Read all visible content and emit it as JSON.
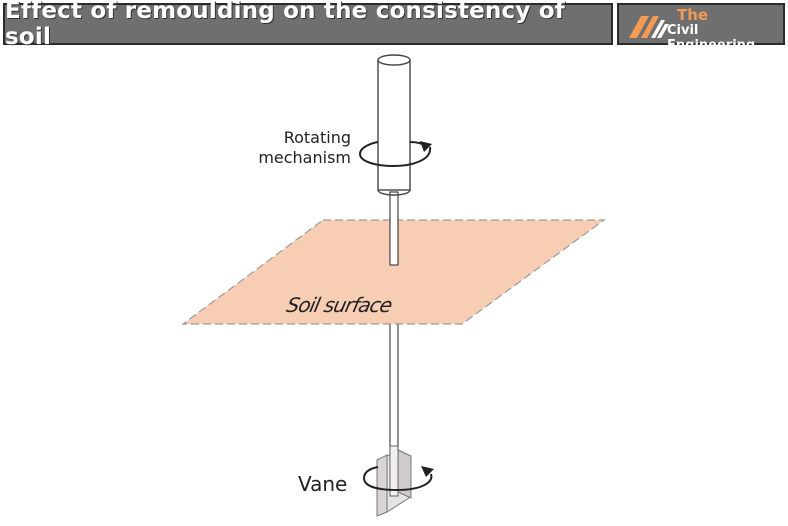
{
  "header": {
    "title": "Effect of remoulding on the consistency of soil",
    "logo": {
      "line1": "The",
      "line2": "Civil Engineering"
    }
  },
  "diagram": {
    "labels": {
      "rotating_line1": "Rotating",
      "rotating_line2": "mechanism",
      "soil_surface": "Soil surface",
      "vane": "Vane"
    }
  },
  "colors": {
    "header_bg": "#6f6f6f",
    "soil": "#f7cdb4",
    "logo_accent": "#f39a54"
  }
}
